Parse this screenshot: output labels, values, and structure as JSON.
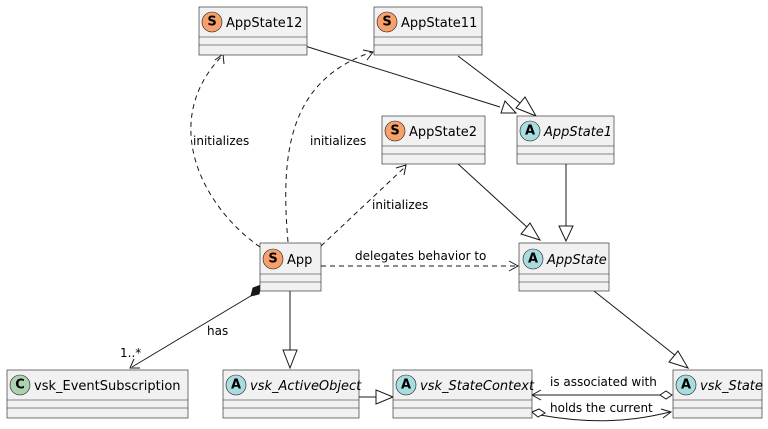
{
  "classes": [
    {
      "id": "appstate12",
      "name": "AppState12",
      "stereotype": "S",
      "abstract": false
    },
    {
      "id": "appstate11",
      "name": "AppState11",
      "stereotype": "S",
      "abstract": false
    },
    {
      "id": "appstate2",
      "name": "AppState2",
      "stereotype": "S",
      "abstract": false
    },
    {
      "id": "appstate1",
      "name": "AppState1",
      "stereotype": "A",
      "abstract": true
    },
    {
      "id": "app",
      "name": "App",
      "stereotype": "S",
      "abstract": false
    },
    {
      "id": "appstate",
      "name": "AppState",
      "stereotype": "A",
      "abstract": true
    },
    {
      "id": "eventsub",
      "name": "vsk_EventSubscription",
      "stereotype": "C",
      "abstract": false
    },
    {
      "id": "activeobject",
      "name": "vsk_ActiveObject",
      "stereotype": "A",
      "abstract": true
    },
    {
      "id": "statecontext",
      "name": "vsk_StateContext",
      "stereotype": "A",
      "abstract": true
    },
    {
      "id": "vskstate",
      "name": "vsk_State",
      "stereotype": "A",
      "abstract": true
    }
  ],
  "badge_colors": {
    "S": "#f7a06b",
    "A": "#a9dcdf",
    "C": "#add1b2"
  },
  "edge_labels": {
    "init_12": "initializes",
    "init_11": "initializes",
    "init_2": "initializes",
    "delegates": "delegates behavior to",
    "has": "has",
    "has_mult": "1..*",
    "associated": "is associated with",
    "holds": "holds the current"
  }
}
